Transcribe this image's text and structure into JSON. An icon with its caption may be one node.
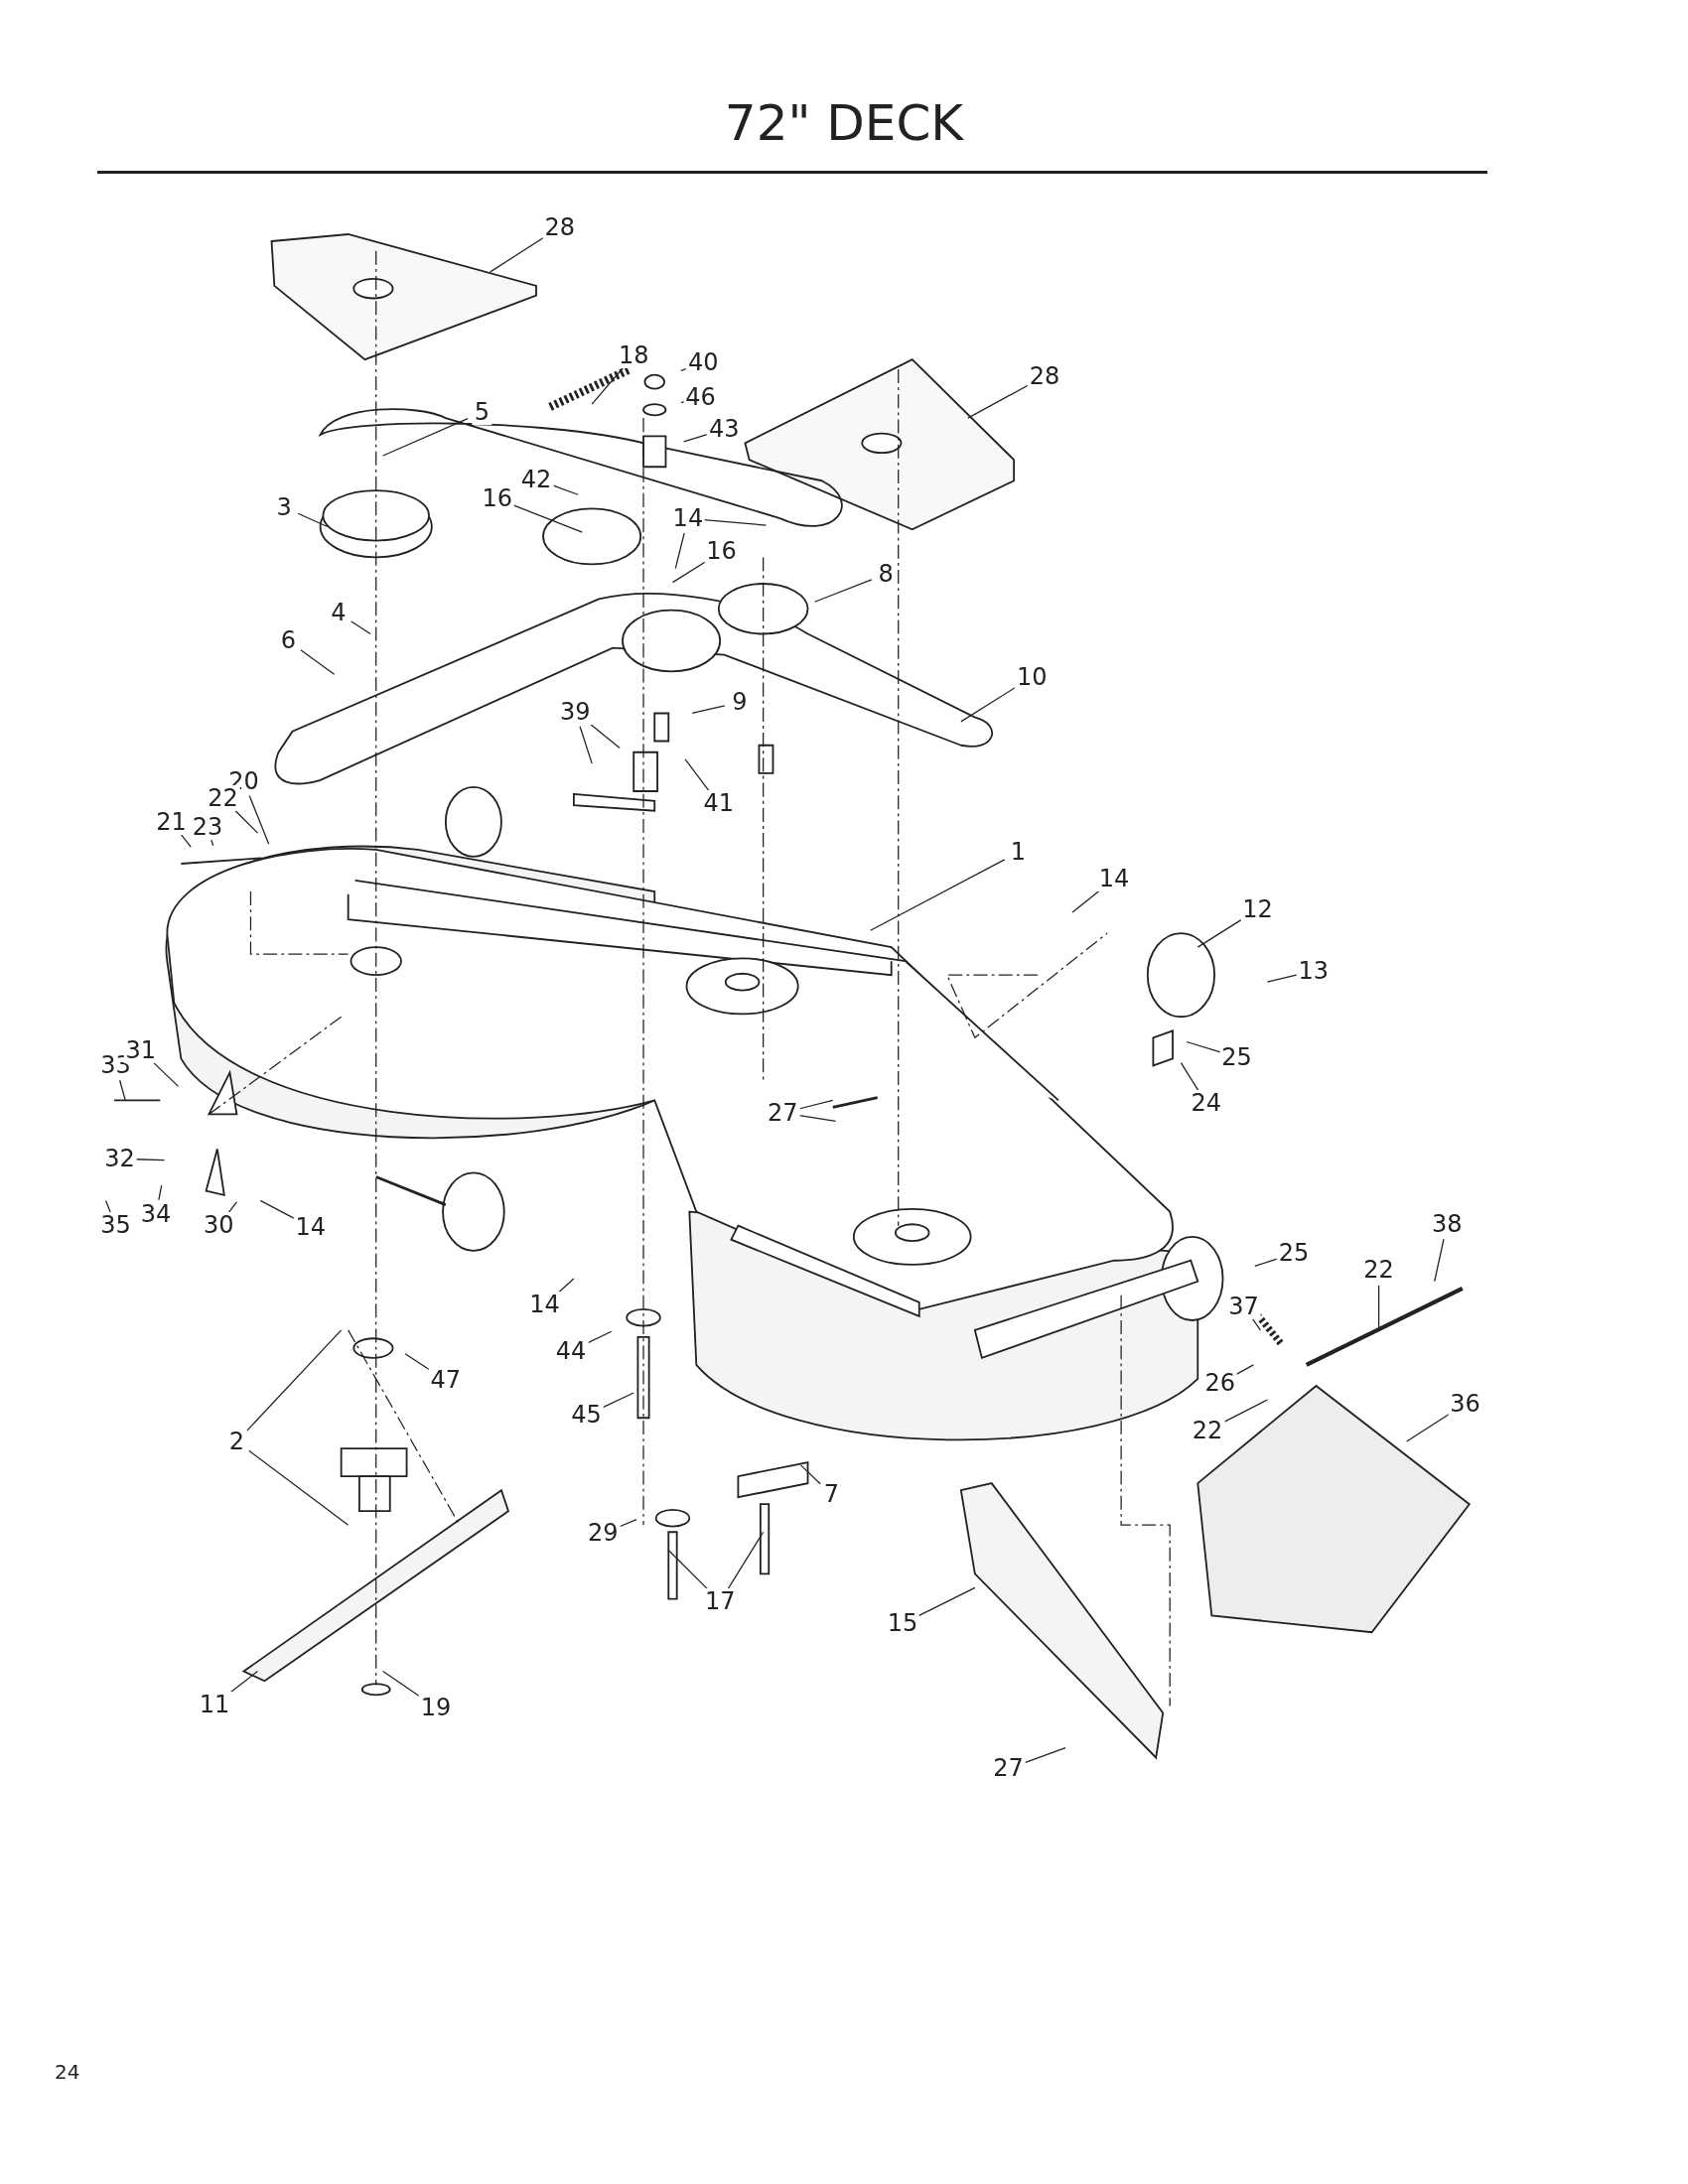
{
  "diagram": {
    "title": "72\" DECK",
    "nodes": [
      {
        "text": [
          "28"
        ]
      },
      {
        "text": [
          "18"
        ]
      },
      {
        "text": [
          "40"
        ]
      },
      {
        "text": [
          "46"
        ]
      },
      {
        "text": [
          "43"
        ]
      },
      {
        "text": [
          "28"
        ]
      },
      {
        "text": [
          "5"
        ]
      },
      {
        "text": [
          "42"
        ]
      },
      {
        "text": [
          "16"
        ]
      },
      {
        "text": [
          "3"
        ]
      },
      {
        "text": [
          "14"
        ]
      },
      {
        "text": [
          "16"
        ]
      },
      {
        "text": [
          "8"
        ]
      },
      {
        "text": [
          "4"
        ]
      },
      {
        "text": [
          "6"
        ]
      },
      {
        "text": [
          "10"
        ]
      },
      {
        "text": [
          "39"
        ]
      },
      {
        "text": [
          "9"
        ]
      },
      {
        "text": [
          "41"
        ]
      },
      {
        "text": [
          "20"
        ]
      },
      {
        "text": [
          "22"
        ]
      },
      {
        "text": [
          "21"
        ]
      },
      {
        "text": [
          "23"
        ]
      },
      {
        "text": [
          "1"
        ]
      },
      {
        "text": [
          "14"
        ]
      },
      {
        "text": [
          "12"
        ]
      },
      {
        "text": [
          "13"
        ]
      },
      {
        "text": [
          "25"
        ]
      },
      {
        "text": [
          "24"
        ]
      },
      {
        "text": [
          "27"
        ]
      },
      {
        "text": [
          "33"
        ]
      },
      {
        "text": [
          "31"
        ]
      },
      {
        "text": [
          "32"
        ]
      },
      {
        "text": [
          "35"
        ]
      },
      {
        "text": [
          "34"
        ]
      },
      {
        "text": [
          "30"
        ]
      },
      {
        "text": [
          "14"
        ]
      },
      {
        "text": [
          "14"
        ]
      },
      {
        "text": [
          "38"
        ]
      },
      {
        "text": [
          "25"
        ]
      },
      {
        "text": [
          "22"
        ]
      },
      {
        "text": [
          "37"
        ]
      },
      {
        "text": [
          "26"
        ]
      },
      {
        "text": [
          "22"
        ]
      },
      {
        "text": [
          "36"
        ]
      },
      {
        "text": [
          "47"
        ]
      },
      {
        "text": [
          "44"
        ]
      },
      {
        "text": [
          "2"
        ]
      },
      {
        "text": [
          "45"
        ]
      },
      {
        "text": [
          "7"
        ]
      },
      {
        "text": [
          "29"
        ]
      },
      {
        "text": [
          "17"
        ]
      },
      {
        "text": [
          "15"
        ]
      },
      {
        "text": [
          "11"
        ]
      },
      {
        "text": [
          "19"
        ]
      },
      {
        "text": [
          "27"
        ]
      }
    ],
    "edges": [
      {
        "from": 0,
        "to": null,
        "arrow": "none"
      },
      {
        "from": 1,
        "to": null,
        "arrow": "none"
      },
      {
        "from": 2,
        "to": null,
        "arrow": "none"
      },
      {
        "from": 3,
        "to": null,
        "arrow": "none"
      },
      {
        "from": 4,
        "to": null,
        "arrow": "none"
      },
      {
        "from": 5,
        "to": null,
        "arrow": "none"
      },
      {
        "from": 6,
        "to": null,
        "arrow": "none"
      },
      {
        "from": 7,
        "to": null,
        "arrow": "none"
      },
      {
        "from": 8,
        "to": null,
        "arrow": "none"
      },
      {
        "from": 9,
        "to": null,
        "arrow": "none"
      },
      {
        "from": 10,
        "to": null,
        "arrow": "none"
      },
      {
        "from": 10,
        "to": null,
        "arrow": "none"
      },
      {
        "from": 11,
        "to": null,
        "arrow": "none"
      },
      {
        "from": 12,
        "to": null,
        "arrow": "none"
      },
      {
        "from": 13,
        "to": null,
        "arrow": "none"
      },
      {
        "from": 14,
        "to": null,
        "arrow": "none"
      },
      {
        "from": 15,
        "to": null,
        "arrow": "none"
      },
      {
        "from": 16,
        "to": null,
        "arrow": "none"
      },
      {
        "from": 16,
        "to": null,
        "arrow": "none"
      },
      {
        "from": 17,
        "to": null,
        "arrow": "none"
      },
      {
        "from": 18,
        "to": null,
        "arrow": "none"
      },
      {
        "from": 19,
        "to": null,
        "arrow": "none"
      },
      {
        "from": 20,
        "to": null,
        "arrow": "none"
      },
      {
        "from": 21,
        "to": null,
        "arrow": "none"
      },
      {
        "from": 22,
        "to": null,
        "arrow": "none"
      },
      {
        "from": 23,
        "to": null,
        "arrow": "none"
      },
      {
        "from": 24,
        "to": null,
        "arrow": "none"
      },
      {
        "from": 25,
        "to": null,
        "arrow": "none"
      },
      {
        "from": 26,
        "to": null,
        "arrow": "none"
      },
      {
        "from": 27,
        "to": null,
        "arrow": "none"
      },
      {
        "from": 28,
        "to": null,
        "arrow": "none"
      },
      {
        "from": 29,
        "to": null,
        "arrow": "none"
      },
      {
        "from": 29,
        "to": null,
        "arrow": "none"
      },
      {
        "from": 30,
        "to": null,
        "arrow": "none"
      },
      {
        "from": 31,
        "to": null,
        "arrow": "none"
      },
      {
        "from": 32,
        "to": null,
        "arrow": "none"
      },
      {
        "from": 33,
        "to": null,
        "arrow": "none"
      },
      {
        "from": 34,
        "to": null,
        "arrow": "none"
      },
      {
        "from": 35,
        "to": null,
        "arrow": "none"
      },
      {
        "from": 36,
        "to": null,
        "arrow": "none"
      },
      {
        "from": 37,
        "to": null,
        "arrow": "none"
      },
      {
        "from": 38,
        "to": null,
        "arrow": "none"
      },
      {
        "from": 39,
        "to": null,
        "arrow": "none"
      },
      {
        "from": 40,
        "to": null,
        "arrow": "none"
      },
      {
        "from": 41,
        "to": null,
        "arrow": "none"
      },
      {
        "from": 42,
        "to": null,
        "arrow": "none"
      },
      {
        "from": 43,
        "to": null,
        "arrow": "none"
      },
      {
        "from": 44,
        "to": null,
        "arrow": "none"
      },
      {
        "from": 45,
        "to": null,
        "arrow": "none"
      },
      {
        "from": 46,
        "to": null,
        "arrow": "none"
      },
      {
        "from": 47,
        "to": null,
        "arrow": "none"
      },
      {
        "from": 47,
        "to": null,
        "arrow": "none"
      },
      {
        "from": 48,
        "to": null,
        "arrow": "none"
      },
      {
        "from": 49,
        "to": null,
        "arrow": "none"
      },
      {
        "from": 50,
        "to": null,
        "arrow": "none"
      },
      {
        "from": 51,
        "to": null,
        "arrow": "none"
      },
      {
        "from": 51,
        "to": null,
        "arrow": "none"
      },
      {
        "from": 52,
        "to": null,
        "arrow": "none"
      },
      {
        "from": 53,
        "to": null,
        "arrow": "none"
      },
      {
        "from": 54,
        "to": null,
        "arrow": "none"
      },
      {
        "from": 55,
        "to": null,
        "arrow": "none"
      }
    ],
    "labels": [
      "24"
    ]
  }
}
